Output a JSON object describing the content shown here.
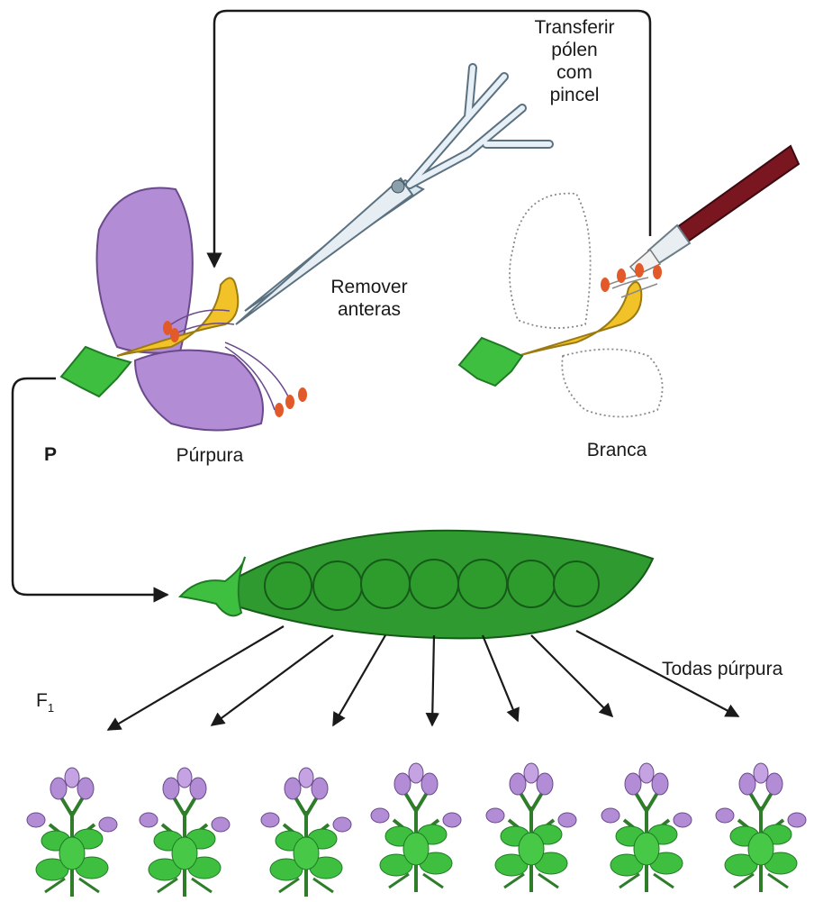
{
  "labels": {
    "transfer": [
      "Transferir",
      "pólen",
      "com",
      "pincel"
    ],
    "remove": [
      "Remover",
      "anteras"
    ],
    "purple": "Púrpura",
    "white": "Branca",
    "parental": "P",
    "f1_main": "F",
    "f1_sub": "1",
    "result": "Todas púrpura"
  },
  "colors": {
    "purple_petal": "#b28cd4",
    "green": "#3fbf3f",
    "dark_green": "#1f7a24",
    "stamen_yellow": "#f2c229",
    "anther_red": "#e25a2a",
    "arrow": "#1a1a1a"
  },
  "icons": [
    "scissors-icon",
    "paintbrush-icon",
    "pea-pod-icon",
    "pea-plant-icon",
    "purple-flower-icon",
    "white-flower-icon"
  ],
  "offspring": {
    "count": 7,
    "flower_color": "purple"
  }
}
